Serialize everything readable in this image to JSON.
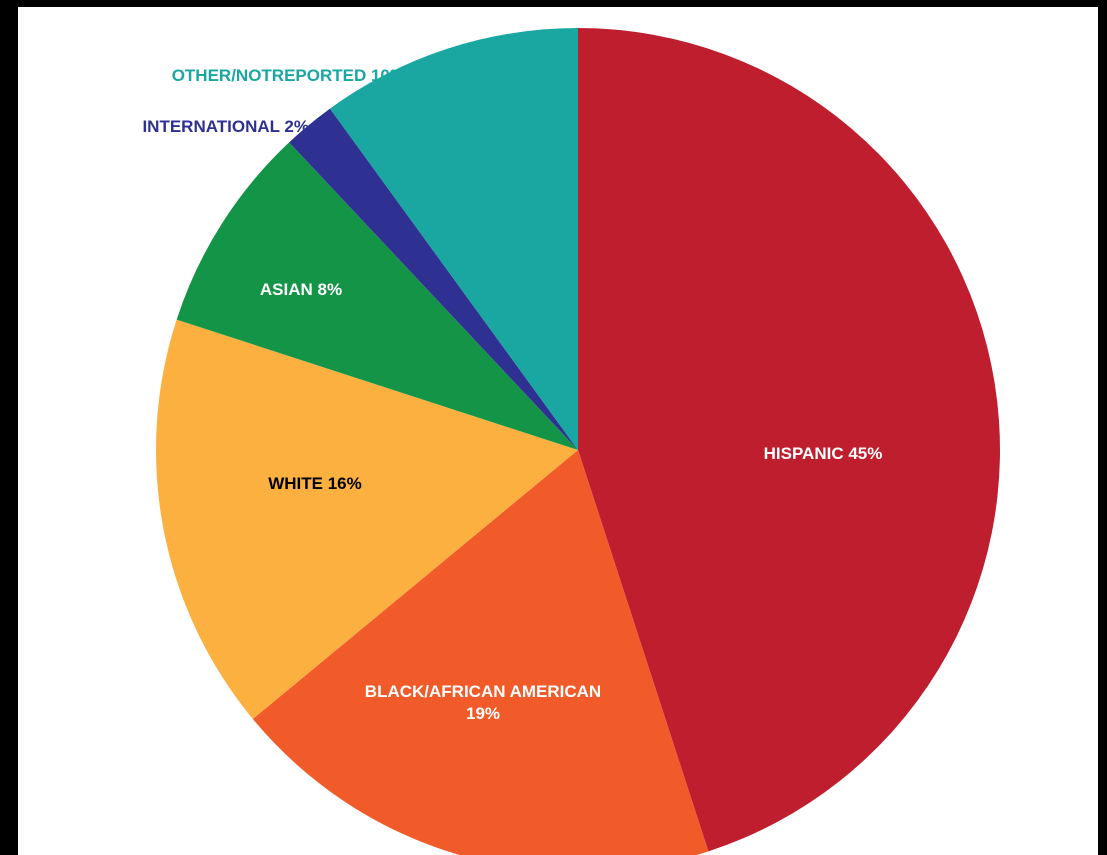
{
  "chart_data": {
    "type": "pie",
    "title": "",
    "slices": [
      {
        "label": "HISPANIC 45%",
        "value": 45,
        "color": "#be1e2d",
        "label_color": "#ffffff"
      },
      {
        "label": "BLACK/AFRICAN AMERICAN 19%",
        "label_lines": [
          "BLACK/AFRICAN AMERICAN",
          "19%"
        ],
        "value": 19,
        "color": "#f15a29",
        "label_color": "#ffffff"
      },
      {
        "label": "WHITE 16%",
        "value": 16,
        "color": "#fbb040",
        "label_color": "#000000"
      },
      {
        "label": "ASIAN 8%",
        "value": 8,
        "color": "#139447",
        "label_color": "#ffffff"
      },
      {
        "label": "INTERNATIONAL 2%",
        "value": 2,
        "color": "#2e3192",
        "label_color": "#2e3192"
      },
      {
        "label": "OTHER/NOTREPORTED 10%",
        "value": 10,
        "color": "#1aa7a1",
        "label_color": "#1aa7a1"
      }
    ]
  }
}
